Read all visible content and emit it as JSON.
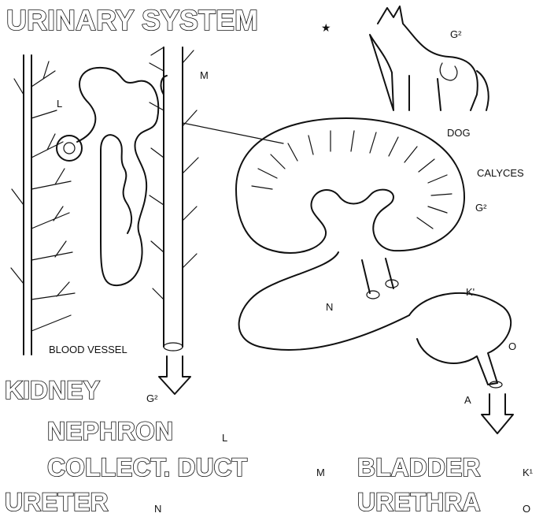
{
  "title": {
    "text": "URINARY SYSTEM",
    "star": "★"
  },
  "legend": [
    {
      "name": "KIDNEY",
      "key": "G²"
    },
    {
      "name": "NEPHRON",
      "key": "L"
    },
    {
      "name": "COLLECT. DUCT",
      "key": "M"
    },
    {
      "name": "URETER",
      "key": "N"
    },
    {
      "name": "BLADDER",
      "key": "K¹"
    },
    {
      "name": "URETHRA",
      "key": "O"
    }
  ],
  "labels": {
    "nephron": "L",
    "duct": "M",
    "blood_vessel": "BLOOD VESSEL",
    "dog": "DOG",
    "dog_key": "G²",
    "calyces": "CALYCES",
    "kidney_key": "G²",
    "ureter": "N",
    "bladder": "K'",
    "urethra": "O",
    "arrow_a": "A"
  }
}
